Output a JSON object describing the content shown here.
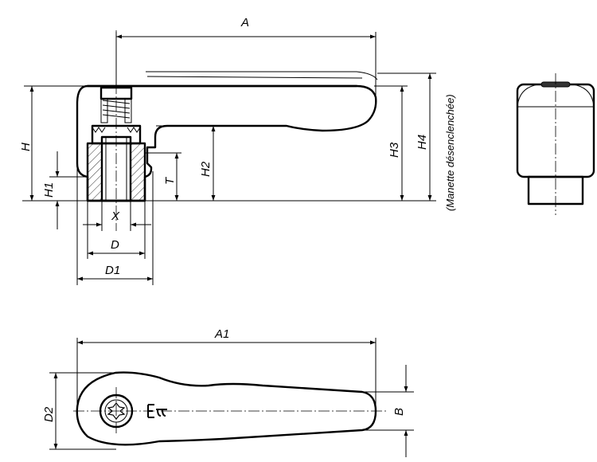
{
  "side_view": {
    "dim_A": "A",
    "dim_H": "H",
    "dim_H1": "H1",
    "dim_H2": "H2",
    "dim_H3": "H3",
    "dim_H4": "H4",
    "dim_T": "T",
    "dim_X": "X",
    "dim_D": "D",
    "dim_D1": "D1",
    "note_released": "(Manette désenclenchée)"
  },
  "top_view": {
    "dim_A1": "A1",
    "dim_D2": "D2",
    "dim_B": "B"
  }
}
